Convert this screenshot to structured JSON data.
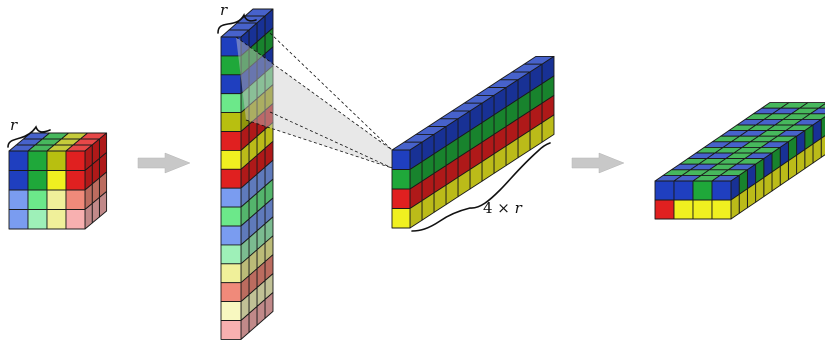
{
  "labels": {
    "cube_width": "r",
    "column_width": "r",
    "block_length_prefix": "4 × ",
    "block_length_var": "r"
  },
  "colors": {
    "blue": "#1f3fbf",
    "green": "#1fa83a",
    "yellow_green": "#b8bf10",
    "red": "#e02020",
    "yellow": "#f0f020",
    "light_blue": "#7a9cf0",
    "light_green": "#6ce88a",
    "light_yellow": "#f0f09a",
    "salmon": "#f08a7a",
    "pale_green": "#9ef0b8",
    "pale_yellow": "#f8f8c0",
    "pink": "#f8b0b0",
    "arrow": "#c8c8c8",
    "projection": "#cccccc"
  }
}
